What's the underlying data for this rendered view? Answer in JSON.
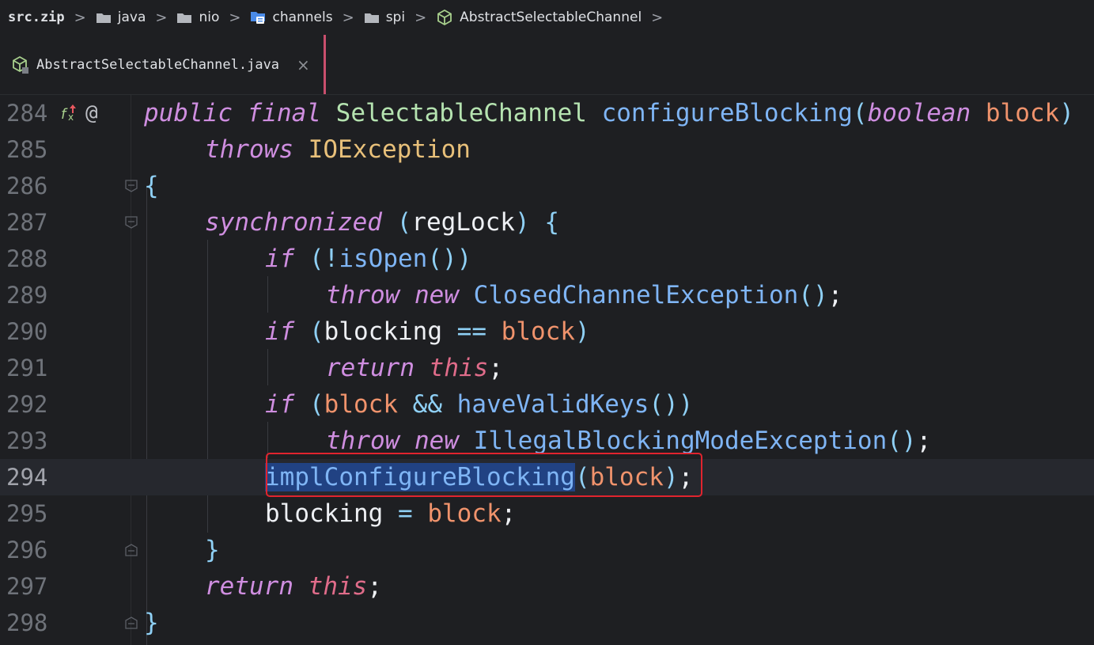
{
  "breadcrumb": {
    "items": [
      {
        "label": "src.zip",
        "icon": "none"
      },
      {
        "label": "java",
        "icon": "folder-icon"
      },
      {
        "label": "nio",
        "icon": "folder-icon"
      },
      {
        "label": "channels",
        "icon": "package-folder-icon"
      },
      {
        "label": "spi",
        "icon": "folder-icon"
      },
      {
        "label": "AbstractSelectableChannel",
        "icon": "class-icon"
      }
    ],
    "separator": ">"
  },
  "tab": {
    "label": "AbstractSelectableChannel.java",
    "close": "×"
  },
  "editor": {
    "current_line": 294,
    "highlight_color": "#e0242e",
    "lines": [
      {
        "num": "284"
      },
      {
        "num": "285"
      },
      {
        "num": "286"
      },
      {
        "num": "287"
      },
      {
        "num": "288"
      },
      {
        "num": "289"
      },
      {
        "num": "290"
      },
      {
        "num": "291"
      },
      {
        "num": "292"
      },
      {
        "num": "293"
      },
      {
        "num": "294"
      },
      {
        "num": "295"
      },
      {
        "num": "296"
      },
      {
        "num": "297"
      },
      {
        "num": "298"
      }
    ],
    "tokens": {
      "l284": [
        "public",
        "final",
        "SelectableChannel",
        "configureBlocking",
        "(",
        "boolean",
        "block",
        ")"
      ],
      "l285": [
        "throws",
        "IOException"
      ],
      "l286": [
        "{"
      ],
      "l287": [
        "synchronized",
        "(",
        "regLock",
        ")",
        "{"
      ],
      "l288": [
        "if",
        "(",
        "!",
        "isOpen",
        "()",
        ")"
      ],
      "l289": [
        "throw",
        "new",
        "ClosedChannelException",
        "()",
        ";"
      ],
      "l290": [
        "if",
        "(",
        "blocking",
        "==",
        "block",
        ")"
      ],
      "l291": [
        "return",
        "this",
        ";"
      ],
      "l292": [
        "if",
        "(",
        "block",
        "&&",
        "haveValidKeys",
        "()",
        ")"
      ],
      "l293": [
        "throw",
        "new",
        "IllegalBlockingModeException",
        "()",
        ";"
      ],
      "l294": [
        "implConfigureBlocking",
        "(",
        "block",
        ")",
        ";"
      ],
      "l295": [
        "blocking",
        "=",
        "block",
        ";"
      ],
      "l296": [
        "}"
      ],
      "l297": [
        "return",
        "this",
        ";"
      ],
      "l298": [
        "}"
      ]
    },
    "gutter": {
      "at_icon": "@"
    }
  }
}
